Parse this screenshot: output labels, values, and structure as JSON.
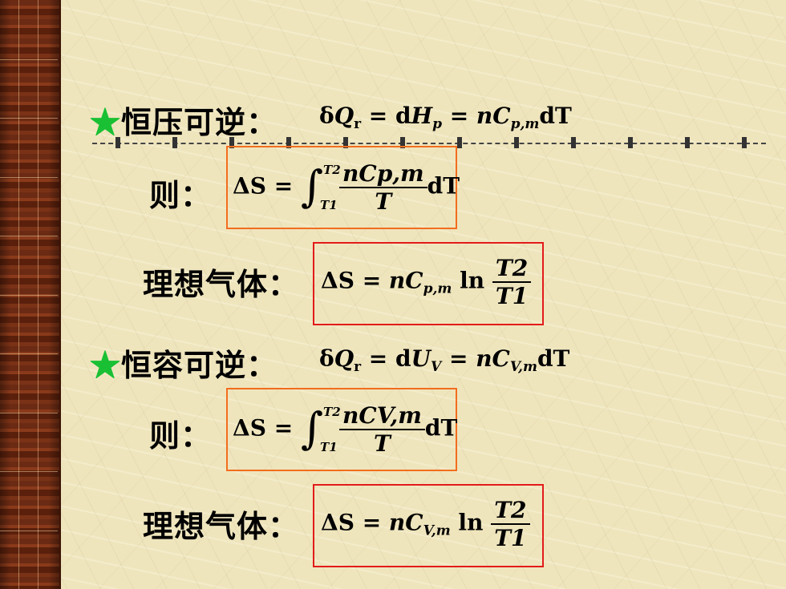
{
  "sections": [
    {
      "heading": "恒压可逆：",
      "process_eq": {
        "delta": "δ",
        "Q": "Q",
        "Qsub": "r",
        "eq": " = d",
        "H": "H",
        "Hsub": "p",
        "eq2": " = ",
        "n": "n",
        "C": "C",
        "Csub": "p,m",
        "dT": "dT"
      },
      "then_label": "则：",
      "integral": {
        "lhs": "ΔS = ",
        "upper": "T2",
        "lower": "T1",
        "num": "nCp,m",
        "den": "T",
        "dT": "dT"
      },
      "ideal_label": "理想气体：",
      "ideal": {
        "lhs": "ΔS = ",
        "n": "n",
        "C": "C",
        "Csub": "p,m",
        "ln": " ln ",
        "num": "T2",
        "den": "T1"
      }
    },
    {
      "heading": "恒容可逆：",
      "process_eq": {
        "delta": "δ",
        "Q": "Q",
        "Qsub": "r",
        "eq": " = d",
        "H": "U",
        "Hsub": "V",
        "eq2": " = ",
        "n": "n",
        "C": "C",
        "Csub": "V,m",
        "dT": "dT"
      },
      "then_label": "则：",
      "integral": {
        "lhs": "ΔS = ",
        "upper": "T2",
        "lower": "T1",
        "num": "nCV,m",
        "den": "T",
        "dT": "dT"
      },
      "ideal_label": "理想气体：",
      "ideal": {
        "lhs": "ΔS = ",
        "n": "n",
        "C": "C",
        "Csub": "V,m",
        "ln": " ln ",
        "num": "T2",
        "den": "T1"
      }
    }
  ],
  "colors": {
    "star": "#19c033",
    "orange_box": "#f26d1e",
    "red_box": "#e21b1b"
  },
  "icons": {
    "bullet": "star-icon"
  }
}
